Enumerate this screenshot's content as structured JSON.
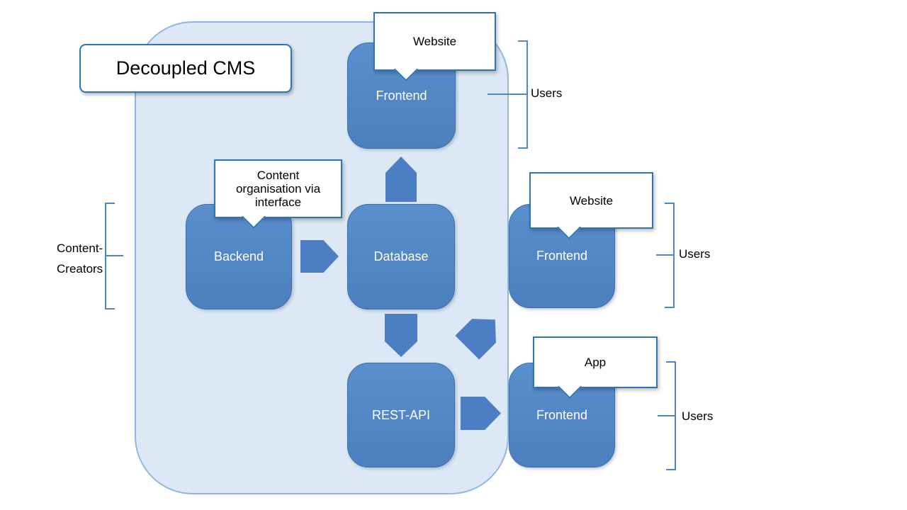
{
  "diagram": {
    "title": "Decoupled CMS",
    "nodes": {
      "frontend_top": "Frontend",
      "backend": "Backend",
      "database": "Database",
      "rest_api": "REST-API",
      "frontend_middle": "Frontend",
      "frontend_bottom": "Frontend"
    },
    "callouts": {
      "website_top": "Website",
      "content_org": "Content organisation via interface",
      "website_middle": "Website",
      "app": "App"
    },
    "group_labels": {
      "users_top": "Users",
      "content_creators": "Content-Creators",
      "users_middle": "Users",
      "users_bottom": "Users"
    },
    "colors": {
      "node_fill": "#5186c4",
      "container_fill": "#dce8f5",
      "callout_border": "#2e75b6",
      "arrow_fill": "#4b7ec2",
      "bracket_stroke": "#4f86c6"
    }
  }
}
